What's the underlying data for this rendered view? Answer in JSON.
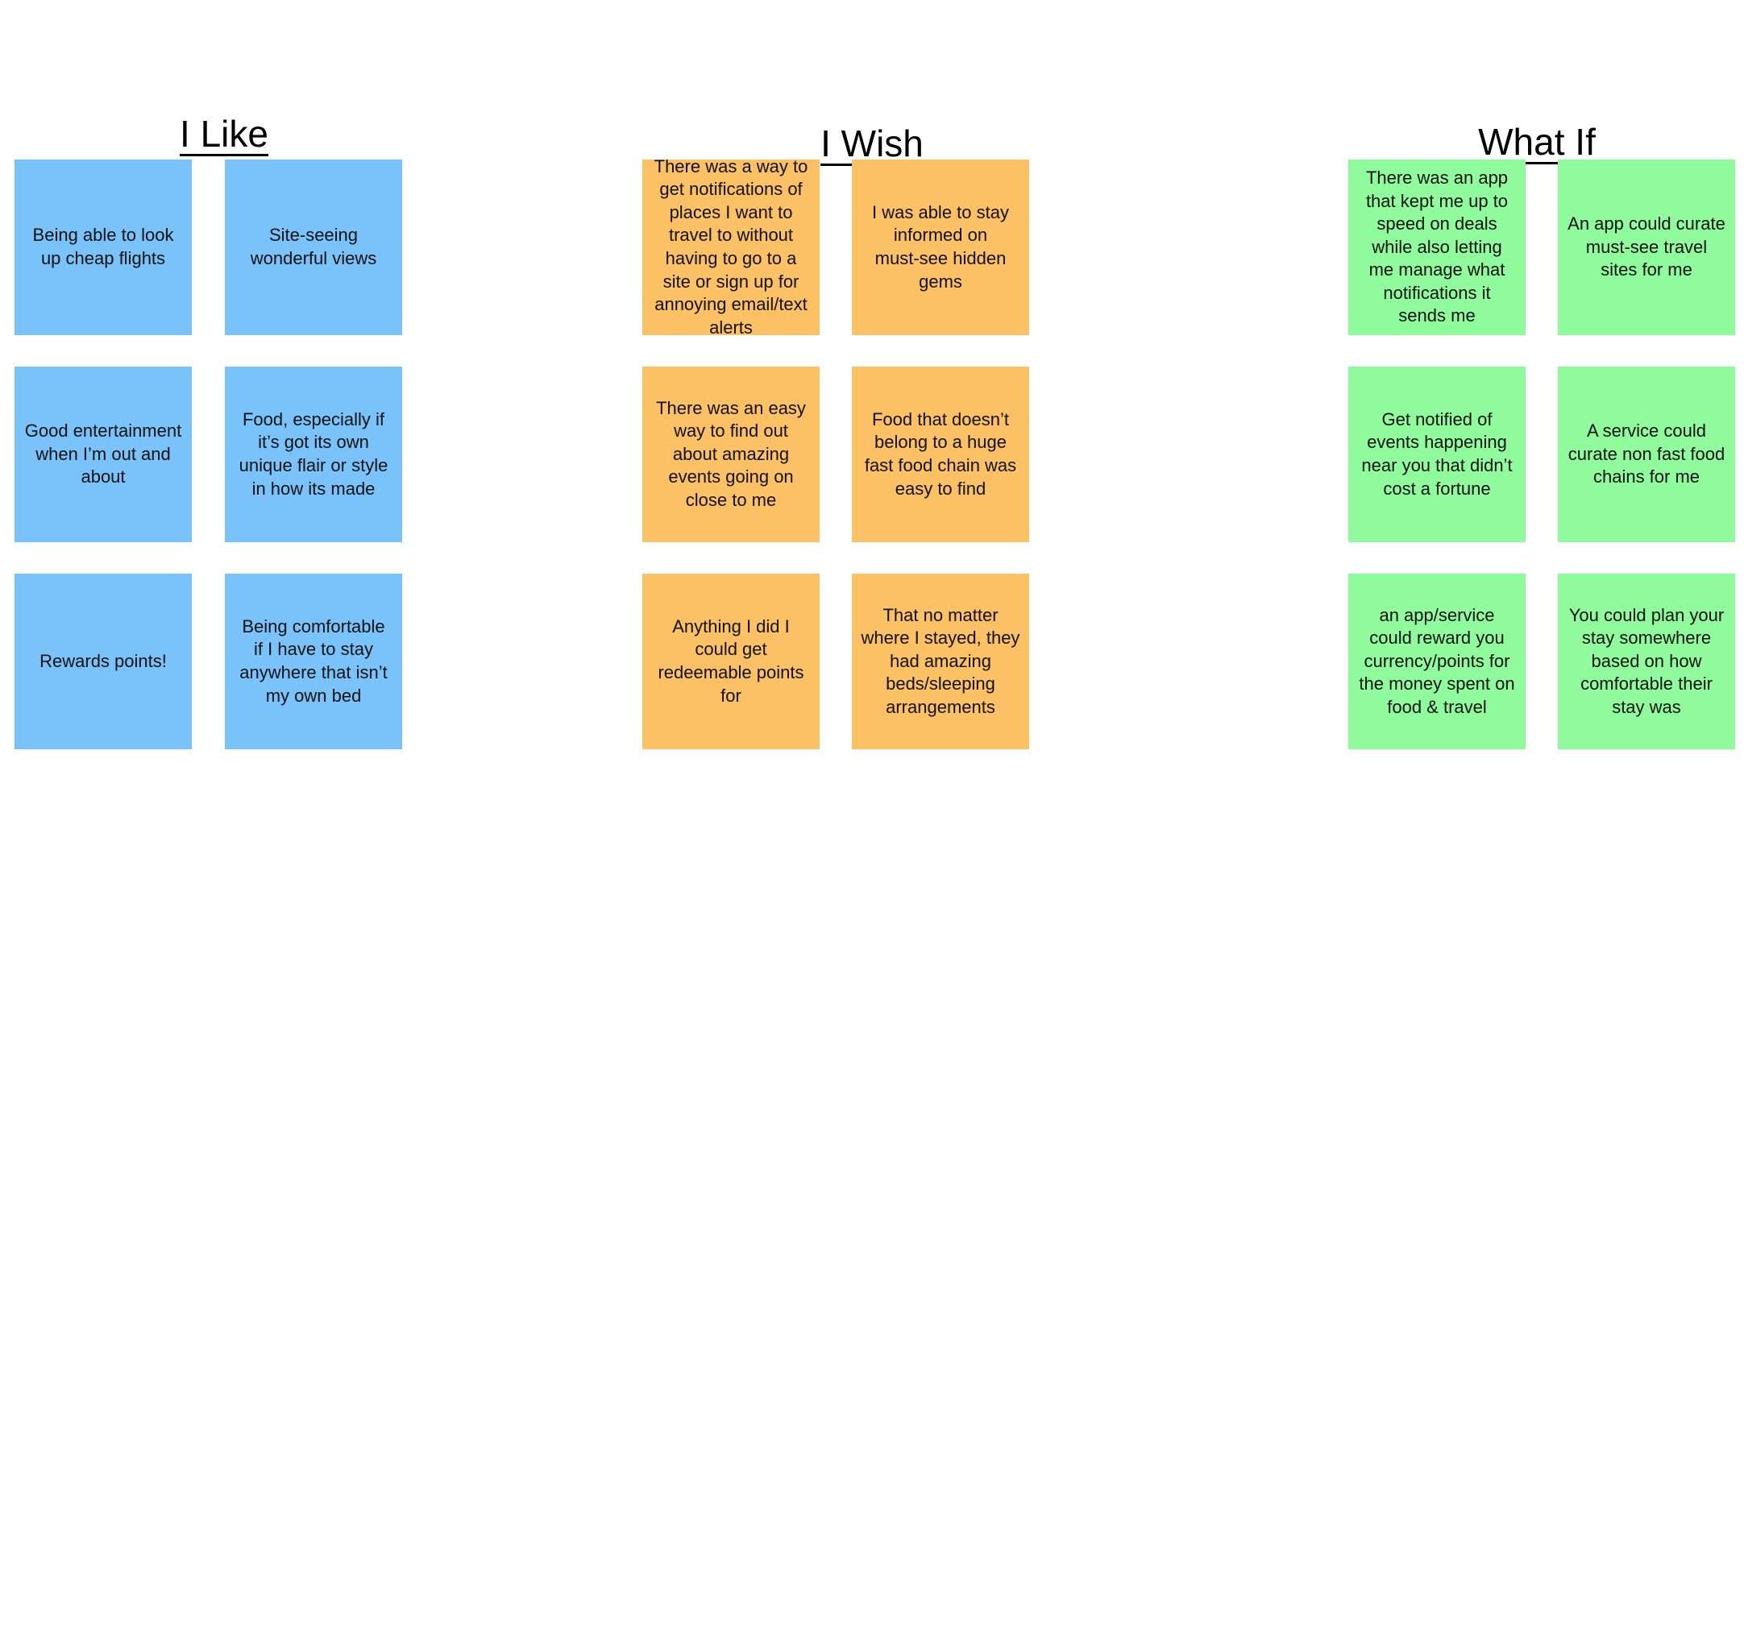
{
  "board": {
    "background_color": "#ffffff",
    "columns": [
      {
        "title": "I Like",
        "note_color": "#7AC3FA",
        "notes": [
          "Being able to look\nup cheap flights",
          "Site-seeing\nwonderful views",
          "Good entertainment\nwhen I’m out and\nabout",
          "Food, especially if\nit’s got its own\nunique flair or style\nin how its made",
          "Rewards points!",
          "Being comfortable\nif I have to stay\nanywhere that isn’t\nmy own bed"
        ]
      },
      {
        "title": "I Wish",
        "note_color": "#FCC065",
        "notes": [
          "There was a way to\nget notifications of\nplaces I want to\ntravel to without\nhaving to go to a\nsite or sign up for\nannoying email/text\nalerts",
          "I was able to stay\ninformed on\nmust-see hidden\ngems",
          "There was an easy\nway to find out\nabout amazing\nevents going on\nclose to me",
          "Food that doesn’t\nbelong to a huge\nfast food chain was\neasy to find",
          "Anything I did I\ncould get\nredeemable points\nfor",
          "That no matter\nwhere I stayed, they\nhad amazing\nbeds/sleeping\narrangements"
        ]
      },
      {
        "title": "What If",
        "note_color": "#90FB9D",
        "notes": [
          "There was an app\nthat kept me up to\nspeed on deals\nwhile also letting\nme manage what\nnotifications it\nsends me",
          "An app could curate\nmust-see travel\nsites for me",
          "Get notified of\nevents happening\nnear you that didn’t\ncost a fortune",
          "A service could\ncurate non fast food\nchains for me",
          "an app/service\ncould reward you\ncurrency/points for\nthe money spent on\nfood & travel",
          "You could plan your\nstay somewhere\nbased on how\ncomfortable their\nstay was"
        ]
      }
    ]
  }
}
